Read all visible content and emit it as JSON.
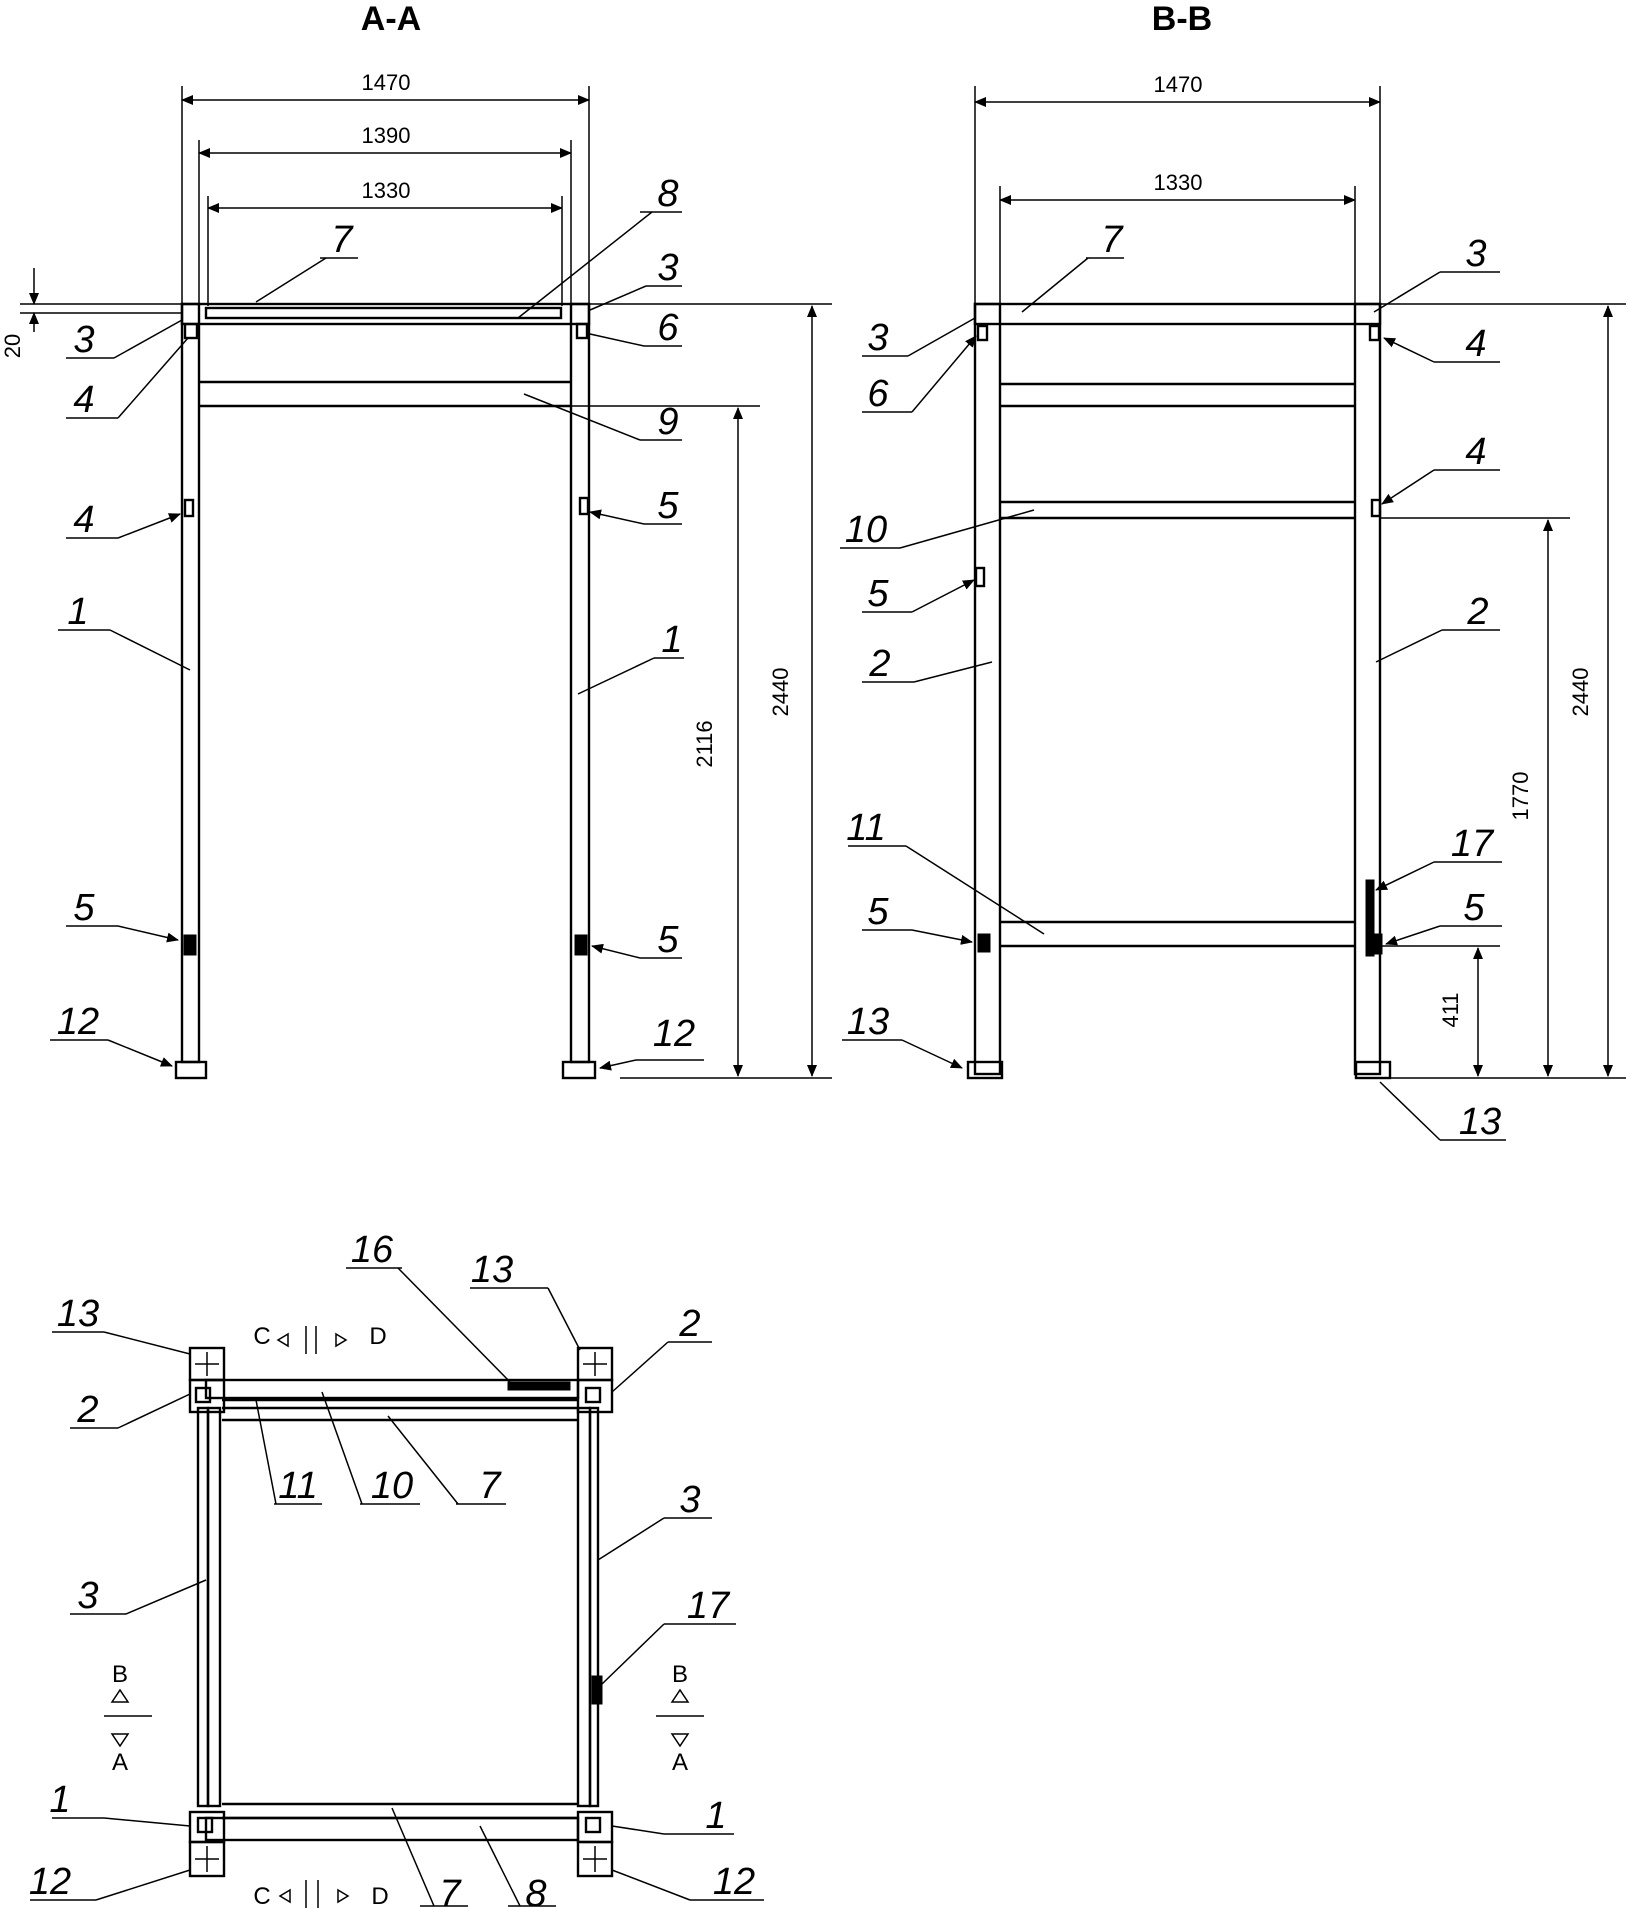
{
  "views": {
    "aa": {
      "title": "A-A",
      "dims": {
        "width_outer": "1470",
        "width_mid": "1390",
        "width_inner": "1330",
        "top_offset": "20",
        "height_inner": "2116",
        "height_total": "2440"
      },
      "callouts": {
        "c7": "7",
        "c8": "8",
        "c3_left": "3",
        "c3_right": "3",
        "c6": "6",
        "c4_top": "4",
        "c9": "9",
        "c4_mid": "4",
        "c5_right_mid": "5",
        "c1_left": "1",
        "c1_right": "1",
        "c5_left_low": "5",
        "c5_right_low": "5",
        "c12_left": "12",
        "c12_right": "12"
      }
    },
    "bb": {
      "title": "B-B",
      "dims": {
        "width_outer": "1470",
        "width_inner": "1330",
        "height_total": "2440",
        "height_mid": "1770",
        "height_low": "411"
      },
      "callouts": {
        "c7": "7",
        "c3_right": "3",
        "c3_left": "3",
        "c4_top": "4",
        "c6": "6",
        "c4_mid": "4",
        "c10": "10",
        "c5_left_mid": "5",
        "c2_right": "2",
        "c2_left": "2",
        "c11": "11",
        "c17": "17",
        "c5_left_low": "5",
        "c5_right_low": "5",
        "c13_left": "13",
        "c13_right": "13"
      }
    },
    "plan": {
      "section_marks": {
        "c_top": "C",
        "d_top": "D",
        "c_bottom": "C",
        "d_bottom": "D",
        "b_left": "B",
        "a_left": "A",
        "b_right": "B",
        "a_right": "A"
      },
      "callouts": {
        "c16": "16",
        "c13_top_right": "13",
        "c13_top_left": "13",
        "c2_right": "2",
        "c2_left": "2",
        "c11": "11",
        "c10": "10",
        "c7_top": "7",
        "c3_right": "3",
        "c3_left": "3",
        "c17": "17",
        "c1_left": "1",
        "c1_right": "1",
        "c12_left": "12",
        "c12_right": "12",
        "c7_bottom": "7",
        "c8": "8"
      }
    }
  }
}
